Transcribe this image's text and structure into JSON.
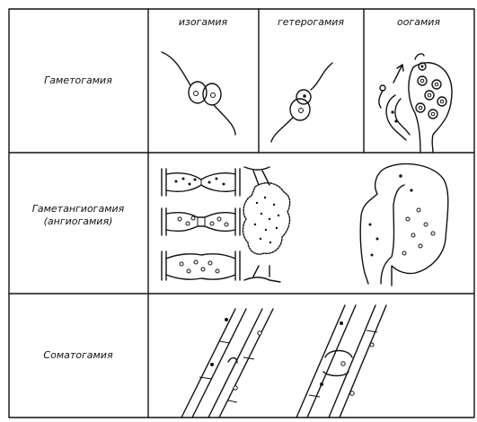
{
  "columns": {
    "isogamy": "изогамия",
    "heterogamy": "гетерогамия",
    "oogamy": "оогамия"
  },
  "rows": {
    "gametogamy": "Гаметогамия",
    "gametangiogamy_line1": "Гаметангиогамия",
    "gametangiogamy_line2": "(ангиогамия)",
    "somatogamy": "Соматогамия"
  }
}
